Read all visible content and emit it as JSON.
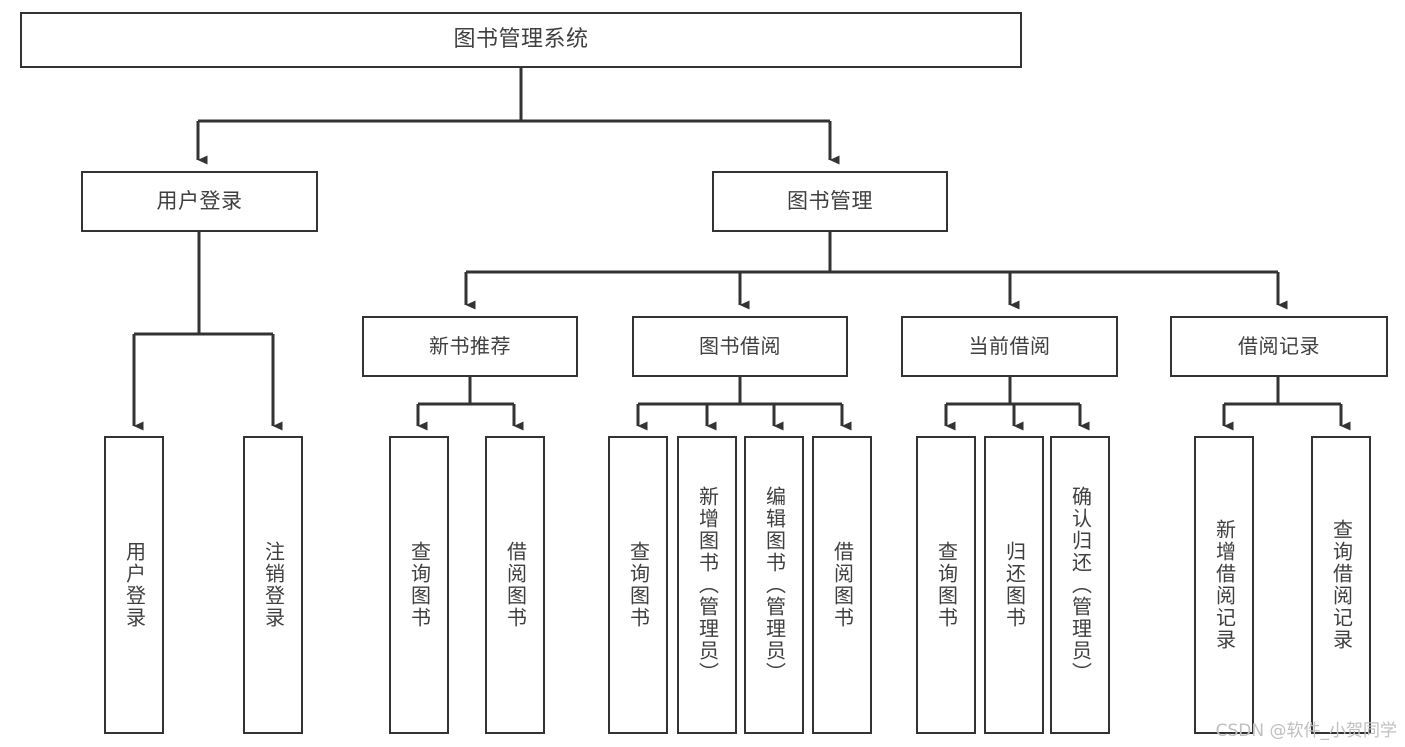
{
  "diagram": {
    "type": "tree-hierarchy",
    "title": "图书管理系统",
    "watermark": "CSDN @软件_小贺同学",
    "colors": {
      "box_border": "#333333",
      "box_fill": "#ffffff",
      "connector": "#333333",
      "text": "#3f3f3f",
      "watermark": "#bfbfbf",
      "background": "#ffffff"
    },
    "root": {
      "label": "图书管理系统"
    },
    "level1": [
      {
        "label": "用户登录"
      },
      {
        "label": "图书管理"
      }
    ],
    "level2": [
      {
        "label": "新书推荐"
      },
      {
        "label": "图书借阅"
      },
      {
        "label": "当前借阅"
      },
      {
        "label": "借阅记录"
      }
    ],
    "leaves": {
      "user_login": [
        {
          "label": "用户登录"
        },
        {
          "label": "注销登录"
        }
      ],
      "new_book_recommend": [
        {
          "label": "查询图书"
        },
        {
          "label": "借阅图书"
        }
      ],
      "book_borrow": [
        {
          "label": "查询图书"
        },
        {
          "label": "新增图书（管理员）"
        },
        {
          "label": "编辑图书（管理员）"
        },
        {
          "label": "借阅图书"
        }
      ],
      "current_borrow": [
        {
          "label": "查询图书"
        },
        {
          "label": "归还图书"
        },
        {
          "label": "确认归还（管理员）"
        }
      ],
      "borrow_record": [
        {
          "label": "新增借阅记录"
        },
        {
          "label": "查询借阅记录"
        }
      ]
    }
  }
}
